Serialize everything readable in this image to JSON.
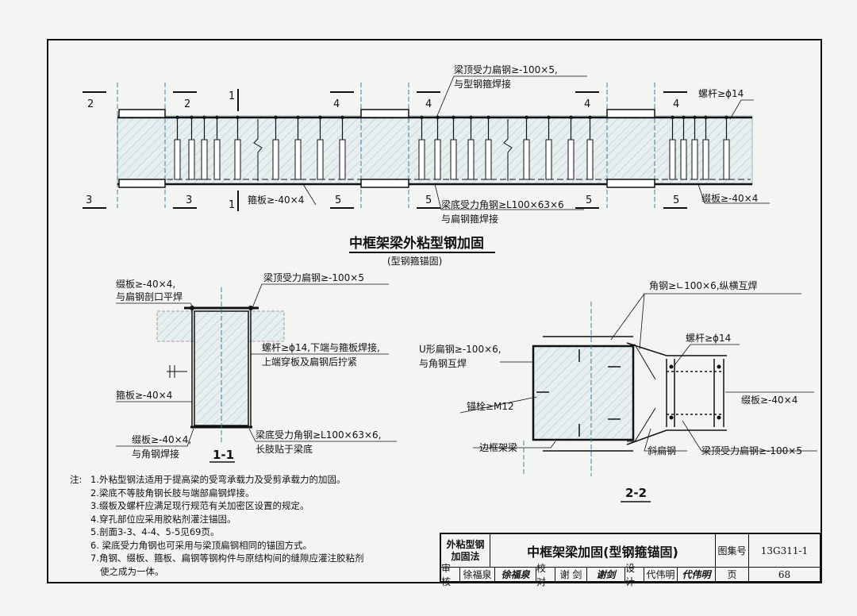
{
  "main_view": {
    "title": "中框架梁外粘型钢加固",
    "subtitle": "(型钢箍锚固)",
    "callouts": {
      "top_flat_steel_1": "梁顶受力扁钢≥-100×5,",
      "top_flat_steel_2": "与型钢箍焊接",
      "bolt": "螺杆≥ϕ14",
      "hoop_plate": "箍板≥-40×4",
      "bottom_angle_1": "梁底受力角钢≥L100×63×6",
      "bottom_angle_2": "与扁钢箍焊接",
      "batten_plate": "缀板≥-40×4"
    },
    "section_marks": [
      "2",
      "2",
      "1",
      "4",
      "4",
      "4",
      "4",
      "3",
      "3",
      "1",
      "5",
      "5",
      "5",
      "5"
    ]
  },
  "section_1_1": {
    "label": "1-1",
    "callouts": {
      "batten_top_1": "缀板≥-40×4,",
      "batten_top_2": "与扁钢剖口平焊",
      "top_flat": "梁顶受力扁钢≥-100×5",
      "bolt_1": "螺杆≥ϕ14,下端与箍板焊接,",
      "bolt_2": "上端穿板及扁钢后拧紧",
      "hoop_plate": "箍板≥-40×4",
      "batten_bottom_1": "缀板≥-40×4,",
      "batten_bottom_2": "与角钢焊接",
      "bottom_angle_1": "梁底受力角钢≥L100×63×6,",
      "bottom_angle_2": "长肢贴于梁底"
    }
  },
  "section_2_2": {
    "label": "2-2",
    "callouts": {
      "angle": "角钢≥∟100×6,纵横互焊",
      "u_flat_1": "U形扁钢≥-100×6,",
      "u_flat_2": "与角钢互焊",
      "bolt": "螺杆≥ϕ14",
      "anchor": "锚栓≥M12",
      "batten": "缀板≥-40×4",
      "edge_beam": "边框架梁",
      "oblique": "斜扁钢",
      "top_flat": "梁顶受力扁钢≥-100×5"
    }
  },
  "notes": {
    "label": "注:",
    "items": [
      "1.外粘型钢法适用于提高梁的受弯承载力及受剪承载力的加固。",
      "2.梁底不等肢角钢长肢与端部扁钢焊接。",
      "3.缀板及螺杆应满足现行规范有关加密区设置的规定。",
      "4.穿孔部位应采用胶粘剂灌注锚固。",
      "5.剖面3-3、4-4、5-5见69页。",
      "6. 梁底受力角钢也可采用与梁顶扁钢相同的锚固方式。",
      "7.角钢、缀板、箍板、扁钢等钢构件与原结构间的缝隙应灌注胶粘剂",
      "使之成为一体。"
    ]
  },
  "title_block": {
    "category_1": "外粘型钢",
    "category_2": "加固法",
    "drawing_title": "中框架梁加固(型钢箍锚固)",
    "atlas_label": "图集号",
    "atlas_no": "13G311-1",
    "review_label": "审核",
    "reviewer": "徐福泉",
    "reviewer_sign": "徐福泉",
    "check_label": "校对",
    "checker": "谢 剑",
    "checker_sign": "谢剑",
    "design_label": "设计",
    "designer": "代伟明",
    "designer_sign": "代伟明",
    "page_label": "页",
    "page_no": "68"
  }
}
